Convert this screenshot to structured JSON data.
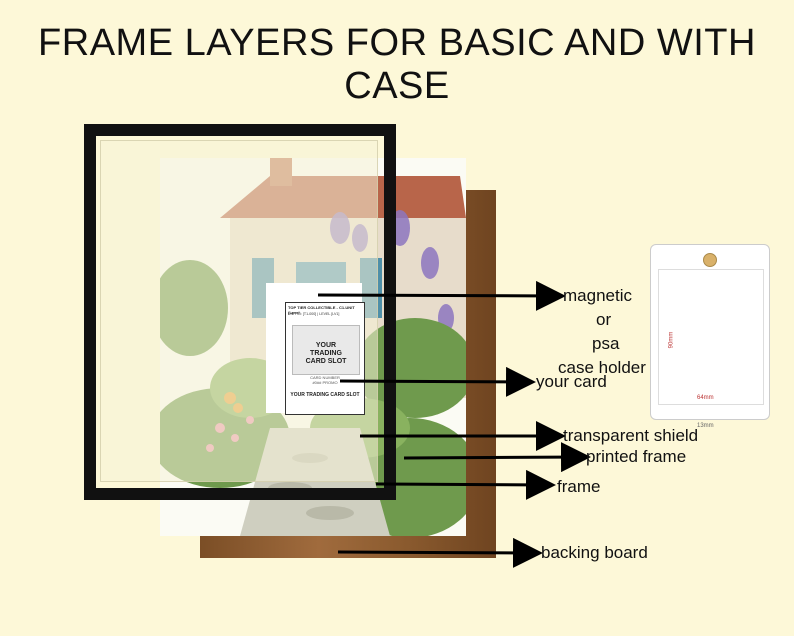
{
  "title": "FRAME LAYERS FOR BASIC AND WITH CASE",
  "labels": {
    "magnetic": "magnetic",
    "or": "or",
    "psa": "psa",
    "case_holder": "case holder",
    "your_card": "your card",
    "transparent_shield": "transparent shield",
    "printed_frame": "printed frame",
    "frame": "frame",
    "backing_board": "backing board"
  },
  "card": {
    "top_line": "TOP TIER COLLECTIBLE - C1-UNIT (Level",
    "sub_line": "UNIT ID: [T1-000] | LEVEL [LV1]",
    "slot_line1": "YOUR",
    "slot_line2": "TRADING",
    "slot_line3": "CARD SLOT",
    "number": "CARD NUMBER",
    "promo": "#0## PROMO",
    "bottom": "YOUR TRADING CARD SLOT"
  },
  "case_dims": {
    "width": "64mm",
    "height": "90mm",
    "depth": "13mm"
  },
  "colors": {
    "background": "#fdf8d8",
    "frame": "#111111",
    "backing": "#8a5a2e"
  }
}
